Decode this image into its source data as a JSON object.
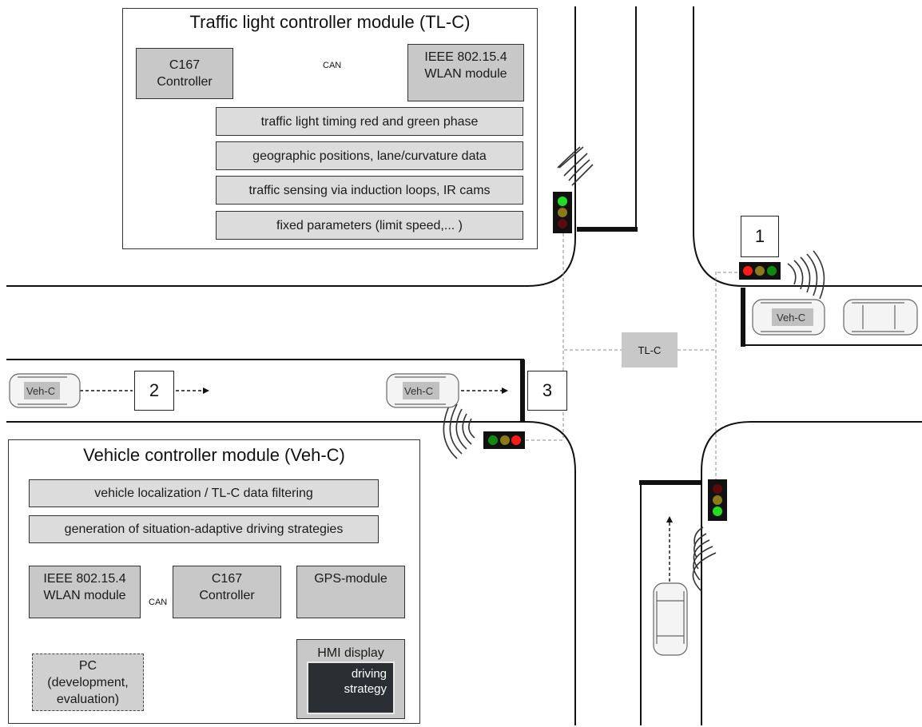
{
  "tlc_module": {
    "title": "Traffic light controller module (TL-C)",
    "controller": "C167\nController",
    "wlan": "IEEE 802.15.4\nWLAN module",
    "can_label": "CAN",
    "data_items": [
      "traffic light timing red and green phase",
      "geographic positions,  lane/curvature data",
      "traffic sensing via induction loops, IR cams",
      "fixed parameters (limit speed,... )"
    ]
  },
  "veh_module": {
    "title": "Vehicle controller module (Veh-C)",
    "items": [
      "vehicle localization / TL-C data filtering",
      "generation of situation-adaptive  driving strategies"
    ],
    "wlan": "IEEE 802.15.4\nWLAN module",
    "can_label": "CAN",
    "controller": "C167\nController",
    "gps": "GPS-module",
    "pc": "PC\n(development,\nevaluation)",
    "hmi_title": "HMI display",
    "hmi_screen": "driving\nstrategy"
  },
  "intersection": {
    "tlc_box": "TL-C",
    "markers": [
      "1",
      "2",
      "3"
    ],
    "vehicle_label": "Veh-C"
  },
  "colors": {
    "box_fill": "#c8c8c8",
    "light_red": "#ff1a1a",
    "light_yellow": "#8a7a1a",
    "light_green": "#22dd22",
    "light_off_red": "#5a0a0a",
    "light_off_green": "#0f5a0f"
  }
}
